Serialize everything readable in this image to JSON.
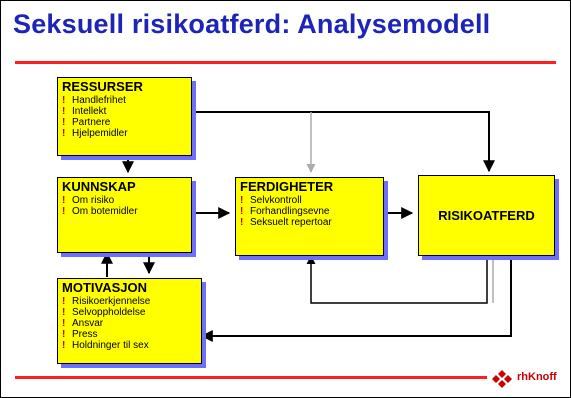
{
  "title": "Seksuell risikoatferd: Analysemodell",
  "colors": {
    "title": "#1d24b8",
    "rule": "#ff1e1e",
    "box_fill": "#ffff00",
    "box_shadow": "#6e6eff",
    "bullet": "#cc0000"
  },
  "boxes": {
    "ressurser": {
      "title": "RESSURSER",
      "items": [
        "Handlefrihet",
        "Intellekt",
        "Partnere",
        "Hjelpemidler"
      ]
    },
    "kunnskap": {
      "title": "KUNNSKAP",
      "items": [
        "Om risiko",
        "Om botemidler"
      ]
    },
    "motivasjon": {
      "title": "MOTIVASJON",
      "items": [
        "Risikoerkjennelse",
        "Selvoppholdelse",
        "Ansvar",
        "Press",
        "Holdninger til sex"
      ]
    },
    "ferdigheter": {
      "title": "FERDIGHETER",
      "items": [
        "Selvkontroll",
        "Forhandlingsevne",
        "Seksuelt repertoar"
      ]
    },
    "risikoatferd": {
      "title": "RISIKOATFERD"
    }
  },
  "bullet_glyph": "!",
  "logo": {
    "text": "rhKnoff",
    "icon": "diamond-cluster-icon"
  }
}
